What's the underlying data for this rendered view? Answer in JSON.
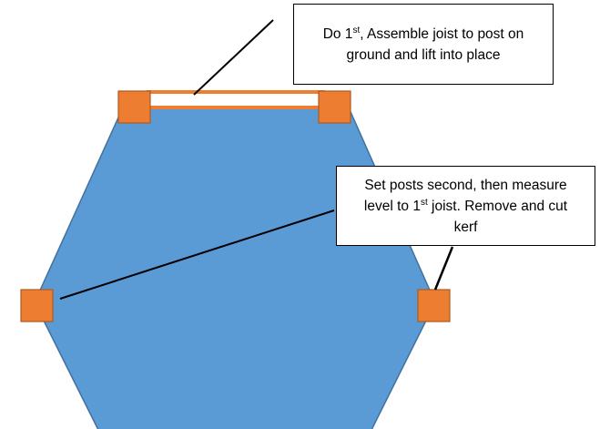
{
  "colors": {
    "hexagon_fill": "#5B9BD5",
    "hexagon_stroke": "#41719C",
    "post_fill": "#ED7D31",
    "post_stroke": "#AE5A21",
    "joist_color": "#ED7D31",
    "leader_line": "#000000",
    "callout_border": "#000000"
  },
  "shapes": {
    "deck_platform": "hexagon",
    "post_marker": "square"
  },
  "callouts": {
    "top": {
      "line1_before": "Do 1",
      "line1_sup": "st",
      "line1_after": ", Assemble joist to post on",
      "line2": "ground and lift into place"
    },
    "right": {
      "line1": "Set posts second, then measure",
      "line2_before": "level to 1",
      "line2_sup": "st",
      "line2_after": " joist.  Remove and cut",
      "line3": "kerf"
    }
  }
}
